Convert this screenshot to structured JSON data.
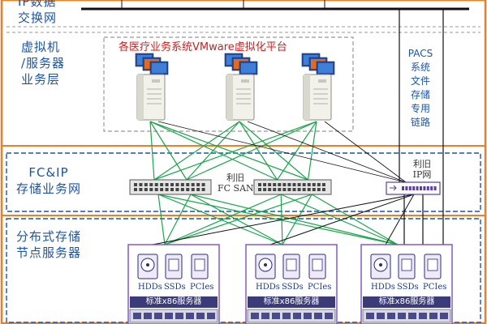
{
  "layers": {
    "ip_network": "IP数据\n交换网",
    "vm_layer": "虚拟机\n/服务器\n业务层",
    "fcip_layer": "FC&IP\n存储业务网",
    "storage_layer": "分布式存储\n节点服务器"
  },
  "platform_title": "各医疗业务系统VMware虚拟化平台",
  "pacs_link": "PACS\n系统\n文件\n存储\n专用\n链路",
  "reused_fc_san": "利旧\nFC SAN",
  "reused_ip_network": "利旧\nIP网",
  "storage_node": {
    "drive_labels": [
      "HDDs",
      "SSDs",
      "PCIes"
    ],
    "server_label": "标准x86服务器"
  },
  "colors": {
    "frame_orange": "#e8812a",
    "label_blue": "#1a55a8",
    "fc_link_green": "#1aa64a",
    "ip_link_black": "#111111",
    "node_purple": "#7c4fbf",
    "platform_red": "#cc1f1f"
  }
}
